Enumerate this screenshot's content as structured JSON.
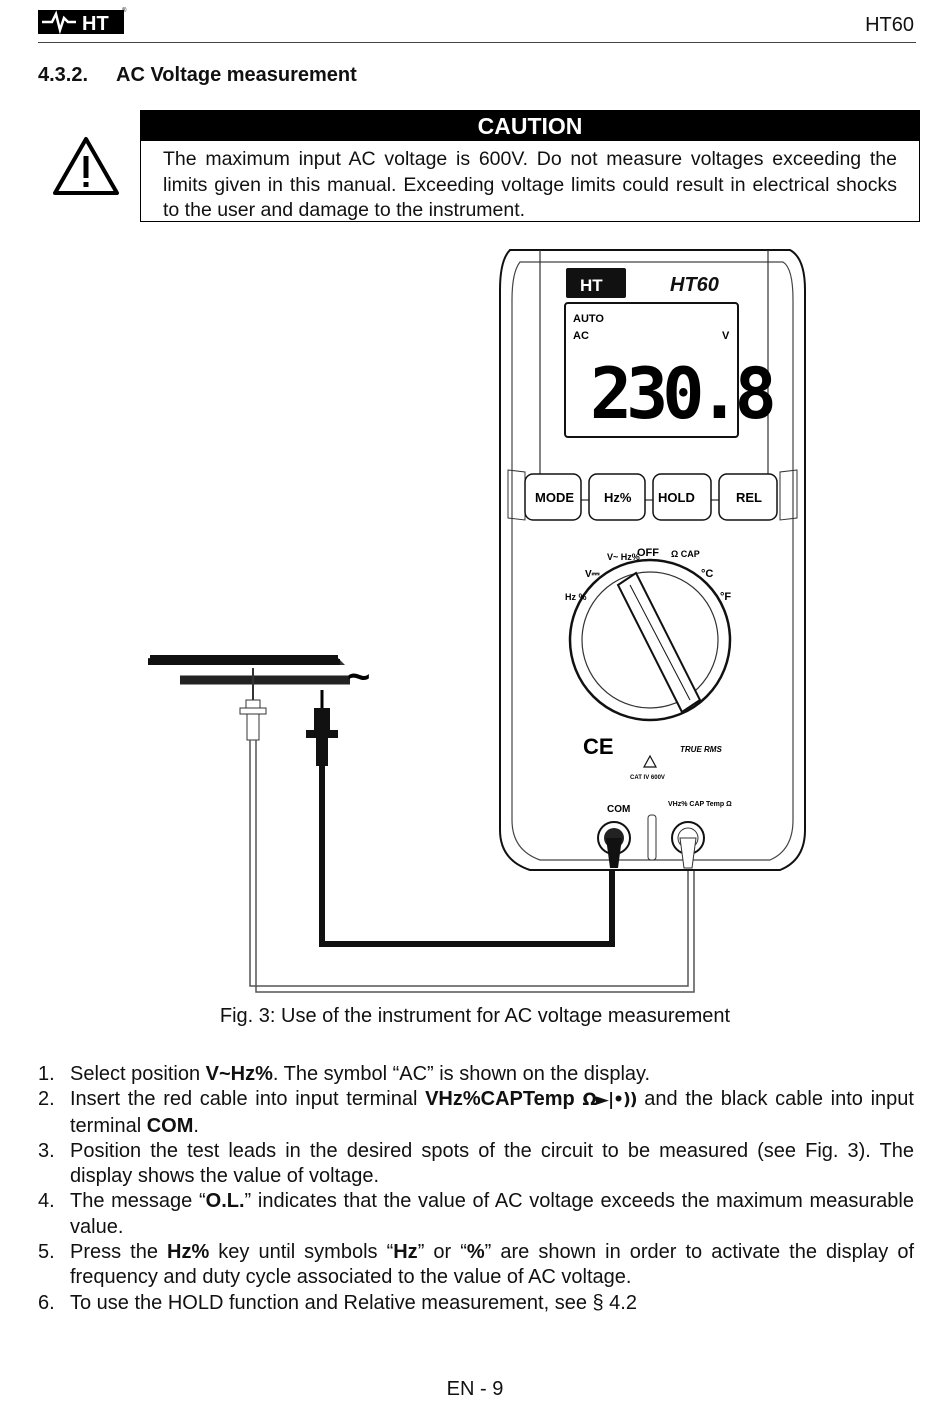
{
  "header": {
    "logo_text": "HT",
    "doc_code": "HT60"
  },
  "section": {
    "number": "4.3.2.",
    "title": "AC Voltage measurement"
  },
  "caution": {
    "label": "CAUTION",
    "text": "The maximum input AC voltage is 600V. Do not measure voltages exceeding the limits given in this manual. Exceeding voltage limits could result in electrical shocks to the user and damage to the instrument."
  },
  "figure": {
    "brand": "HT",
    "model": "HT60",
    "display": {
      "mode_auto": "AUTO",
      "mode_ac": "AC",
      "unit": "V",
      "reading": "230.8"
    },
    "buttons": [
      "MODE",
      "Hz%",
      "HOLD",
      "REL"
    ],
    "dial": {
      "off": "OFF",
      "v_hz": "V~ Hz%",
      "v_dc": "V⎓",
      "hz_pct": "Hz %",
      "ohm_cap": "Ω CAP",
      "deg_c": "°C",
      "deg_f": "°F"
    },
    "ce_mark": "CE",
    "true_rms": "TRUE RMS",
    "cat_rating": "CAT IV 600V",
    "terminals": {
      "com": "COM",
      "vhz": "VHz% CAP Temp Ω"
    },
    "tilde": "~",
    "caption": "Fig. 3: Use of the instrument for AC voltage measurement"
  },
  "steps": [
    {
      "n": "1.",
      "parts": [
        "Select position ",
        "V~Hz%",
        ". The symbol “AC” is shown on the display."
      ]
    },
    {
      "n": "2.",
      "parts": [
        "Insert the red cable into input terminal ",
        "VHz%CAPTemp",
        " ",
        "Ω►|•))",
        " and the black cable into input terminal ",
        "COM",
        "."
      ]
    },
    {
      "n": "3.",
      "text": "Position the test leads in the desired spots of the circuit to be measured (see Fig. 3). The display shows the value of voltage."
    },
    {
      "n": "4.",
      "parts": [
        "The message “",
        "O.L.",
        "” indicates that the value of AC voltage exceeds the maximum measurable value."
      ]
    },
    {
      "n": "5.",
      "parts": [
        "Press the ",
        "Hz%",
        " key until symbols “",
        "Hz",
        "” or “",
        "%",
        "” are shown in order to activate the display of frequency and duty cycle associated to the value of AC voltage."
      ]
    },
    {
      "n": "6.",
      "text": "To use the HOLD function and Relative measurement, see § 4.2"
    }
  ],
  "footer": {
    "page": "EN - 9"
  }
}
